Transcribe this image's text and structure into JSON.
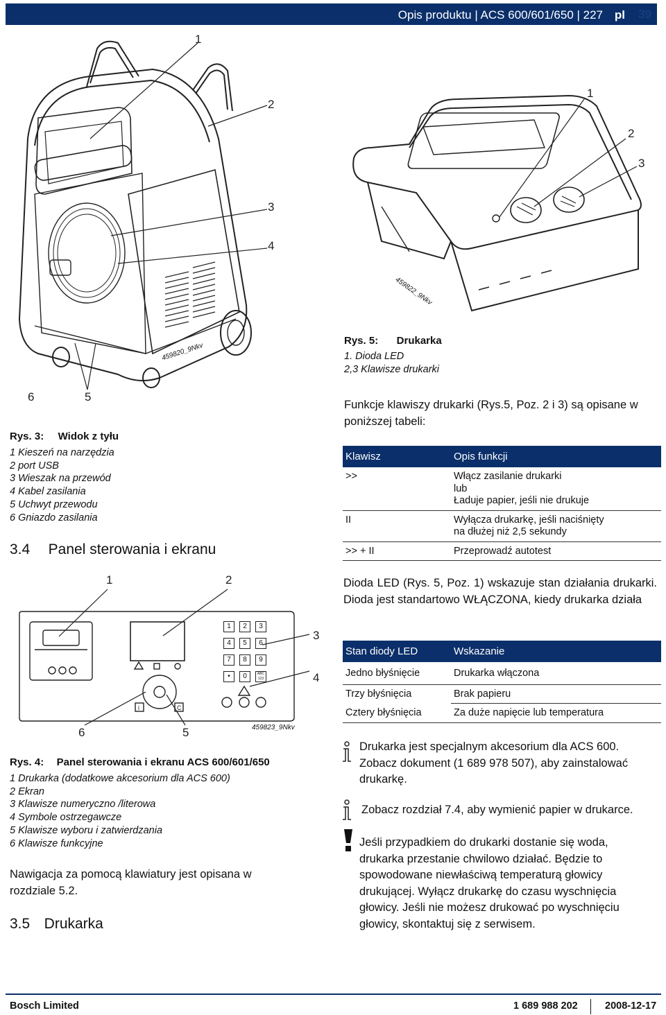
{
  "header": {
    "title": "Opis produktu | ACS 600/601/650 | 227",
    "lang": "pl",
    "page": "39"
  },
  "fig3": {
    "callouts": [
      "1",
      "2",
      "3",
      "4",
      "6",
      "5"
    ],
    "code": "459820_9Nkv",
    "caption_label": "Rys. 3:",
    "caption_title": "Widok z tyłu",
    "items": [
      "1 Kieszeń na narzędzia",
      "2 port USB",
      "3 Wieszak na przewód",
      "4 Kabel zasilania",
      "5 Uchwyt przewodu",
      "6 Gniazdo zasilania"
    ]
  },
  "section34": {
    "number": "3.4",
    "title": "Panel sterowania i ekranu"
  },
  "fig4": {
    "callouts": [
      "1",
      "2",
      "3",
      "4",
      "6",
      "5"
    ],
    "keys": [
      "1",
      "2",
      "3",
      "4",
      "5",
      "6",
      "7",
      "8",
      "9",
      "0",
      "ABC 123"
    ],
    "code": "459823_9Nkv",
    "caption_label": "Rys. 4:",
    "caption_title": "Panel sterowania i ekranu ACS 600/601/650",
    "items": [
      "1 Drukarka (dodatkowe akcesorium dla ACS 600)",
      "2 Ekran",
      "3 Klawisze numeryczno /literowa",
      "4 Symbole ostrzegawcze",
      "5 Klawisze wyboru i zatwierdzania",
      "6 Klawisze funkcyjne"
    ]
  },
  "nav_text": "Nawigacja za pomocą klawiatury jest opisana w rozdziale 5.2.",
  "section35": {
    "number": "3.5",
    "title": "Drukarka"
  },
  "fig5": {
    "callouts": [
      "1",
      "2",
      "3"
    ],
    "code": "459822_9Nkv",
    "caption_label": "Rys. 5:",
    "caption_title": "Drukarka",
    "items": [
      "1. Dioda LED",
      "2,3 Klawisze drukarki"
    ]
  },
  "printer_intro": "Funkcje klawiszy drukarki (Rys.5, Poz. 2 i 3) są opisane w poniższej tabeli:",
  "table1": {
    "headers": [
      "Klawisz",
      "Opis funkcji"
    ],
    "rows": [
      {
        "key": ">>",
        "desc": [
          "Włącz zasilanie drukarki",
          "lub",
          "Ładuje papier, jeśli nie drukuje"
        ]
      },
      {
        "key": "II",
        "desc": [
          "Wyłącza drukarkę, jeśli naciśnięty",
          "na dłużej niż 2,5 sekundy"
        ]
      },
      {
        "key": ">> + II",
        "desc": [
          "Przeprowadź autotest"
        ]
      }
    ]
  },
  "led_text": "Dioda LED (Rys. 5, Poz. 1) wskazuje stan działania drukarki. Dioda jest standartowo WŁĄCZONA, kiedy drukarka działa",
  "table2": {
    "headers": [
      "Stan diody LED",
      "Wskazanie"
    ],
    "rows": [
      {
        "state": "Jedno błyśnięcie",
        "meaning": "Drukarka włączona"
      },
      {
        "state": "Trzy błyśnięcia",
        "meaning": "Brak papieru"
      },
      {
        "state": "Cztery błyśnięcia",
        "meaning": "Za duże napięcie lub temperatura"
      }
    ]
  },
  "notes": {
    "n1": "Drukarka jest specjalnym akcesorium dla ACS 600. Zobacz dokument (1 689 978 507), aby zainstalować drukarkę.",
    "n2": "Zobacz rozdział 7.4, aby wymienić papier w drukarce.",
    "n3": "Jeśli przypadkiem do drukarki dostanie się woda, drukarka przestanie chwilowo działać. Będzie to spowodowane niewłaściwą temperaturą głowicy drukującej. Wyłącz drukarkę do czasu wyschnięcia głowicy. Jeśli nie możesz drukować po wyschnięciu głowicy, skontaktuj się z serwisem."
  },
  "footer": {
    "company": "Bosch Limited",
    "doc": "1 689 988 202",
    "date": "2008-12-17"
  }
}
